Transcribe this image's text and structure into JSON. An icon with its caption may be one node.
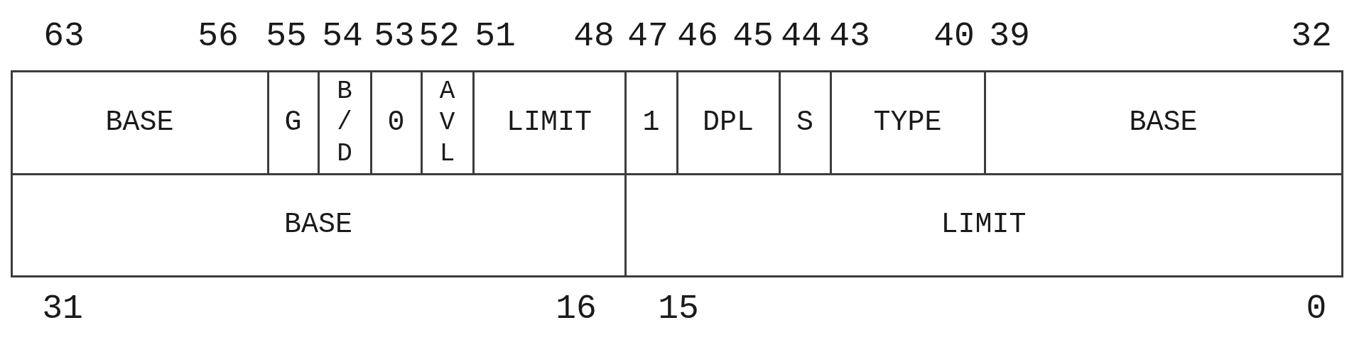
{
  "diagram": {
    "nodes": [
      {
        "text": [
          "BASE"
        ]
      },
      {
        "text": [
          "G"
        ]
      },
      {
        "text": [
          "B / D"
        ]
      },
      {
        "text": [
          "0"
        ]
      },
      {
        "text": [
          "A V L"
        ]
      },
      {
        "text": [
          "LIMIT"
        ]
      },
      {
        "text": [
          "1"
        ]
      },
      {
        "text": [
          "DPL"
        ]
      },
      {
        "text": [
          "S"
        ]
      },
      {
        "text": [
          "TYPE"
        ]
      },
      {
        "text": [
          "BASE"
        ]
      },
      {
        "text": [
          "BASE"
        ]
      },
      {
        "text": [
          "LIMIT"
        ]
      }
    ],
    "labels": [
      "63",
      "56",
      "55",
      "54",
      "53",
      "52",
      "51",
      "48",
      "47",
      "46",
      "45",
      "44",
      "43",
      "40",
      "39",
      "32",
      "31",
      "16",
      "15",
      "0"
    ]
  }
}
